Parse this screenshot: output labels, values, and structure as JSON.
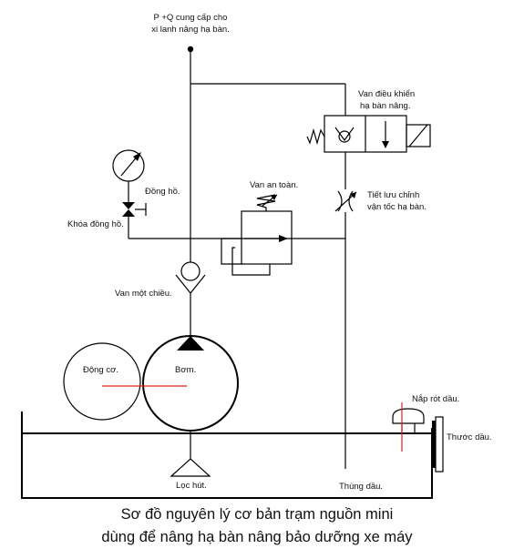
{
  "labels": {
    "supply_line1": "P +Q cung cấp cho",
    "supply_line2": "xi lanh nâng hạ bàn.",
    "control_valve_line1": "Van điều khiển",
    "control_valve_line2": "hạ bàn nâng.",
    "gauge": "Đồng hồ.",
    "gauge_lock": "Khóa đồng hồ.",
    "safety_valve": "Van an toàn.",
    "throttle_line1": "Tiết lưu chỉnh",
    "throttle_line2": "vận tốc hạ bàn.",
    "check_valve": "Van một chiều.",
    "motor": "Động cơ.",
    "pump": "Bơm.",
    "filler_cap": "Nắp rót dầu.",
    "dipstick": "Thước dầu.",
    "suction_filter": "Lọc hút.",
    "tank": "Thùng dầu."
  },
  "caption": {
    "line1": "Sơ đồ nguyên lý cơ bản trạm nguồn mini",
    "line2": "dùng để nâng hạ bàn nâng bảo dưỡng xe máy"
  }
}
